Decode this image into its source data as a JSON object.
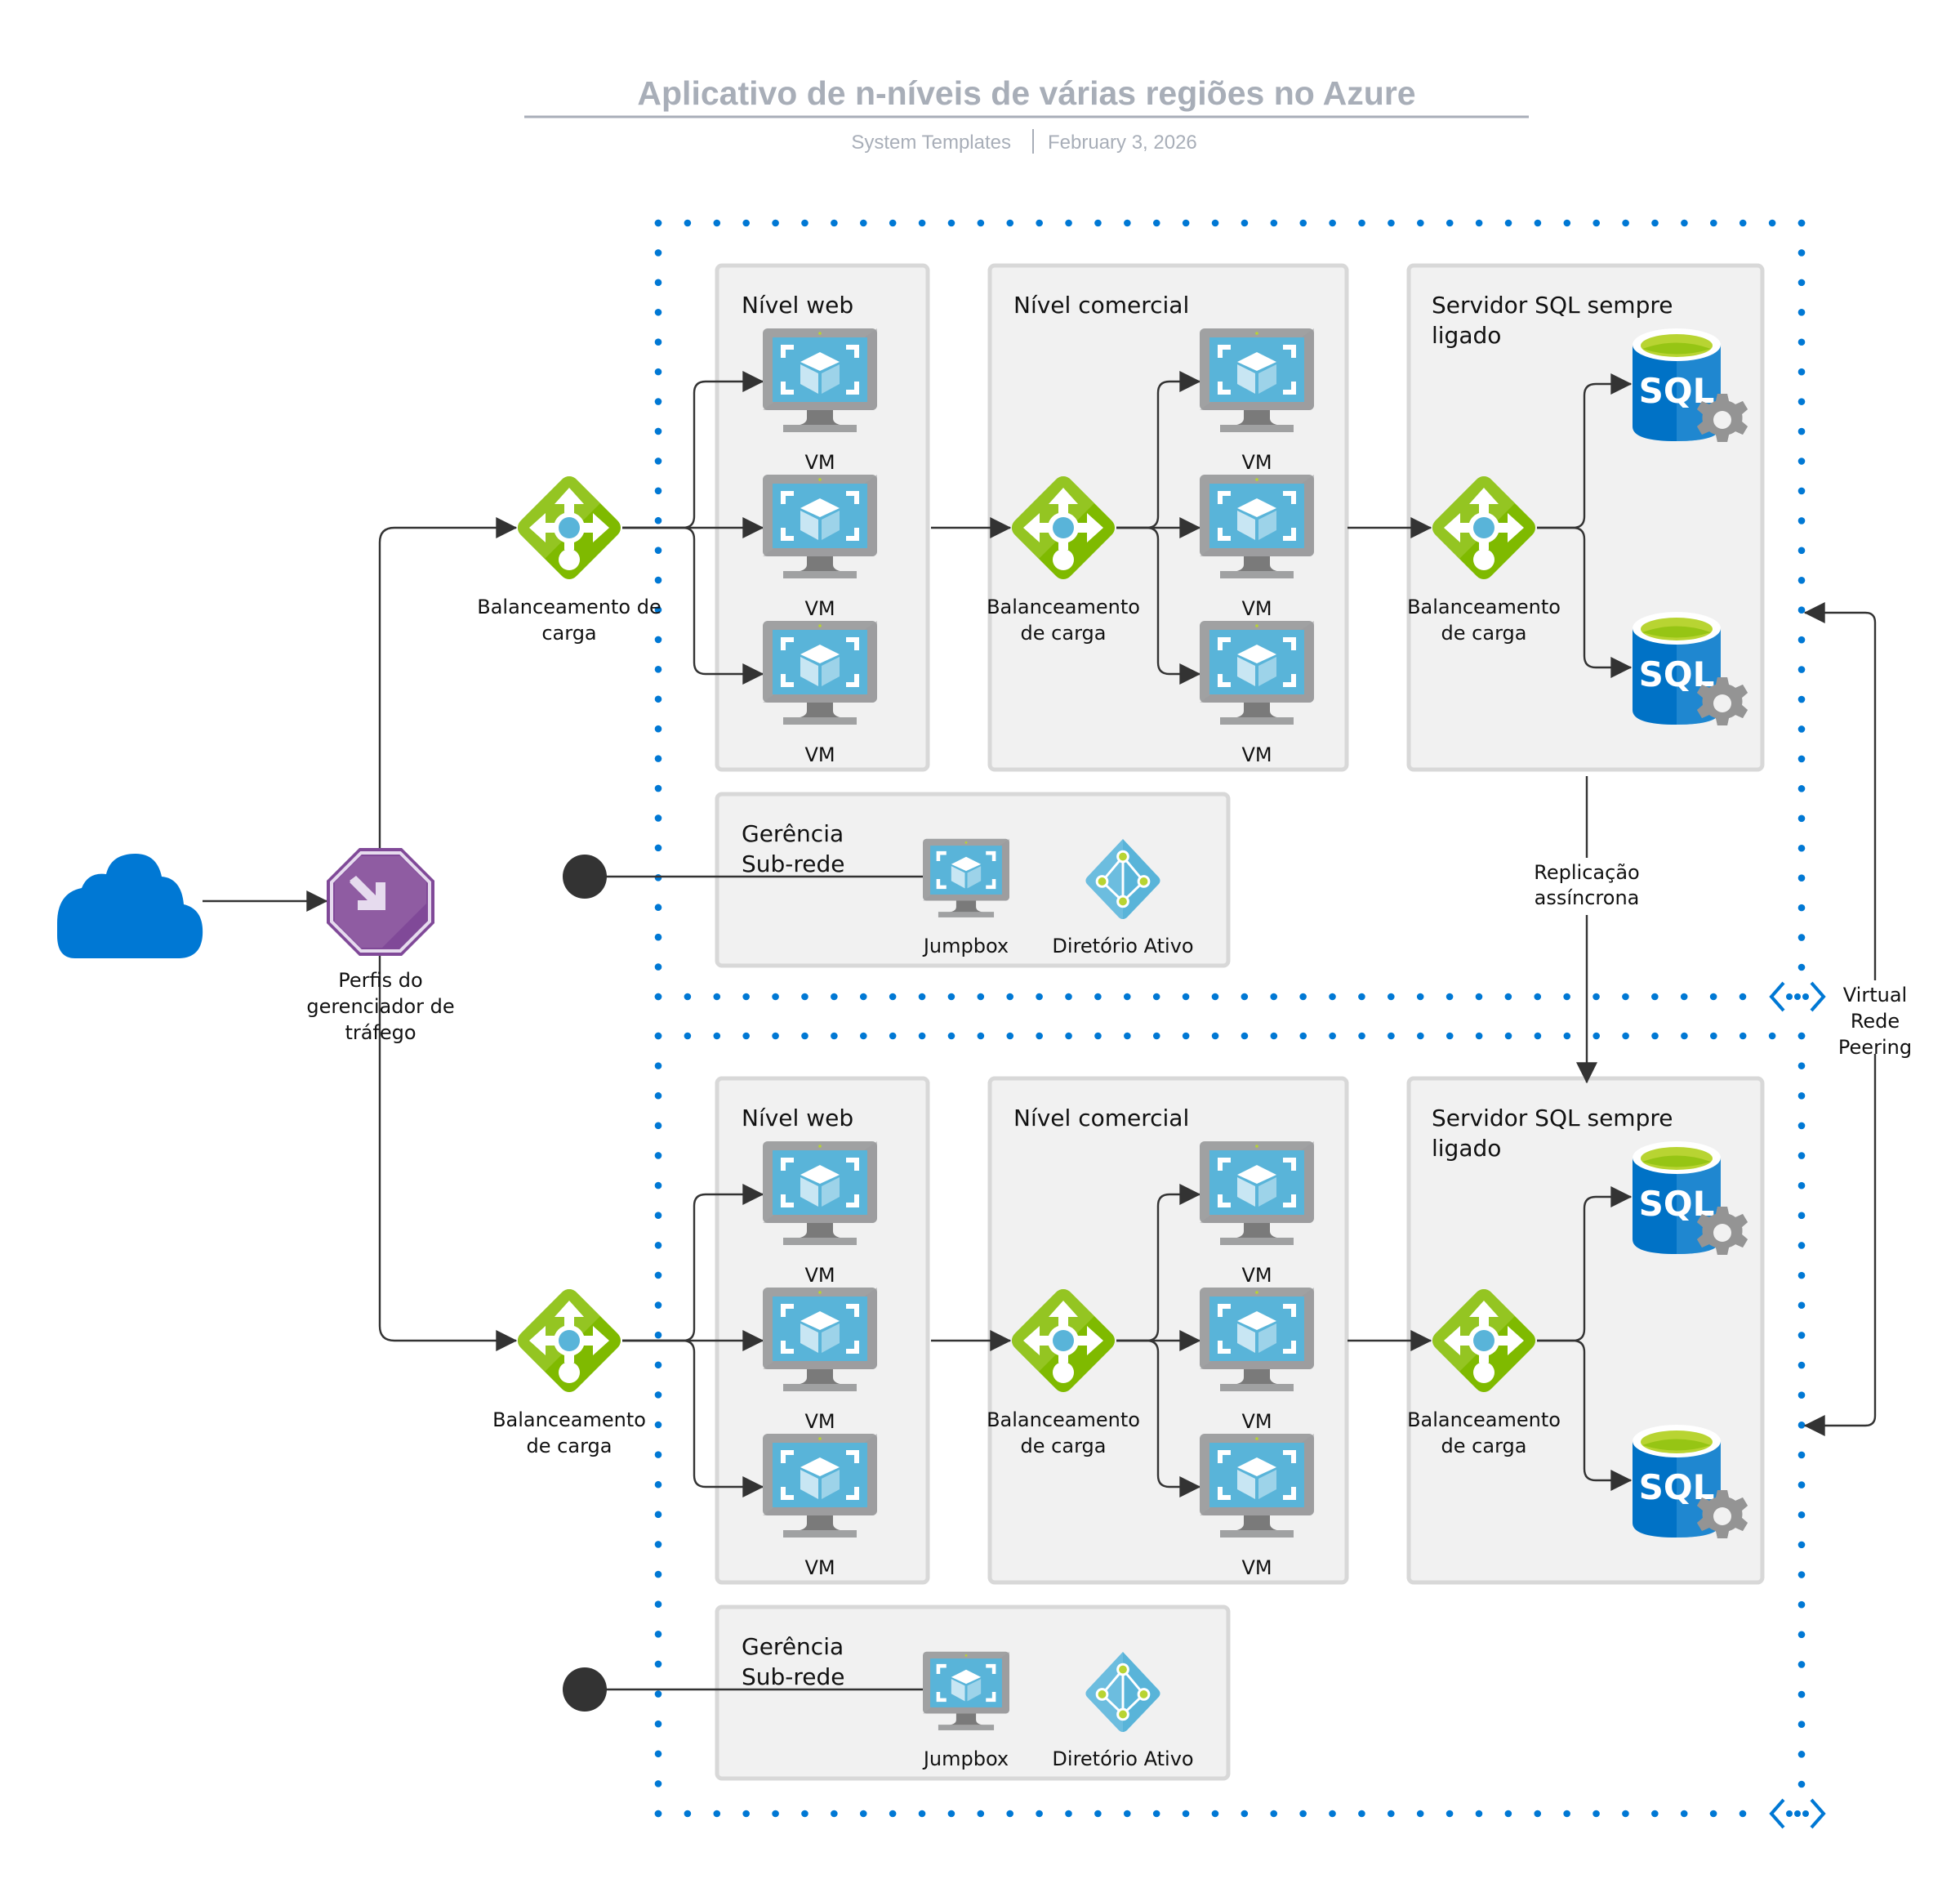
{
  "header": {
    "title": "Aplicativo de n-níveis de várias regiões no Azure",
    "author": "System Templates",
    "date": "February 3, 2026"
  },
  "colors": {
    "vnet_dots": "#0078d4",
    "cloud": "#0078d4",
    "traffic_manager": "#804998",
    "load_balancer": "#7fba00",
    "vm_screen": "#59b4d9",
    "sql_body": "#0072c6",
    "tier_box_fill": "#f1f1f1",
    "tier_box_border": "#d8d8d8",
    "connector": "#333333"
  },
  "internet": {
    "icon": "cloud-icon"
  },
  "traffic_manager": {
    "icon": "traffic-manager-icon",
    "label_lines": [
      "Perfis do",
      "gerenciador de",
      "tráfego"
    ]
  },
  "regions": [
    {
      "web_lb_label_lines": [
        "Balanceamento de",
        "carga"
      ],
      "web_tier": {
        "title": "Nível web",
        "vms": [
          "VM",
          "VM",
          "VM"
        ]
      },
      "business_tier": {
        "title": "Nível comercial",
        "lb_label_lines": [
          "Balanceamento",
          "de carga"
        ],
        "vms": [
          "VM",
          "VM",
          "VM"
        ]
      },
      "sql_tier": {
        "title_lines": [
          "Servidor SQL sempre",
          "ligado"
        ],
        "lb_label_lines": [
          "Balanceamento",
          "de carga"
        ],
        "db_label": "SQL",
        "db_count": 2
      },
      "management": {
        "title_lines": [
          "Gerência",
          "Sub-rede"
        ],
        "jumpbox_label": "Jumpbox",
        "ad_label": "Diretório Ativo"
      }
    },
    {
      "web_lb_label_lines": [
        "Balanceamento",
        "de carga"
      ],
      "web_tier": {
        "title": "Nível web",
        "vms": [
          "VM",
          "VM",
          "VM"
        ]
      },
      "business_tier": {
        "title": "Nível comercial",
        "lb_label_lines": [
          "Balanceamento",
          "de carga"
        ],
        "vms": [
          "VM",
          "VM",
          "VM"
        ]
      },
      "sql_tier": {
        "title_lines": [
          "Servidor SQL sempre",
          "ligado"
        ],
        "lb_label_lines": [
          "Balanceamento",
          "de carga"
        ],
        "db_label": "SQL",
        "db_count": 2
      },
      "management": {
        "title_lines": [
          "Gerência",
          "Sub-rede"
        ],
        "jumpbox_label": "Jumpbox",
        "ad_label": "Diretório Ativo"
      }
    }
  ],
  "replication": {
    "label_lines": [
      "Replicação",
      "assíncrona"
    ]
  },
  "peering": {
    "label_lines": [
      "Virtual",
      "Rede",
      "Peering"
    ]
  }
}
